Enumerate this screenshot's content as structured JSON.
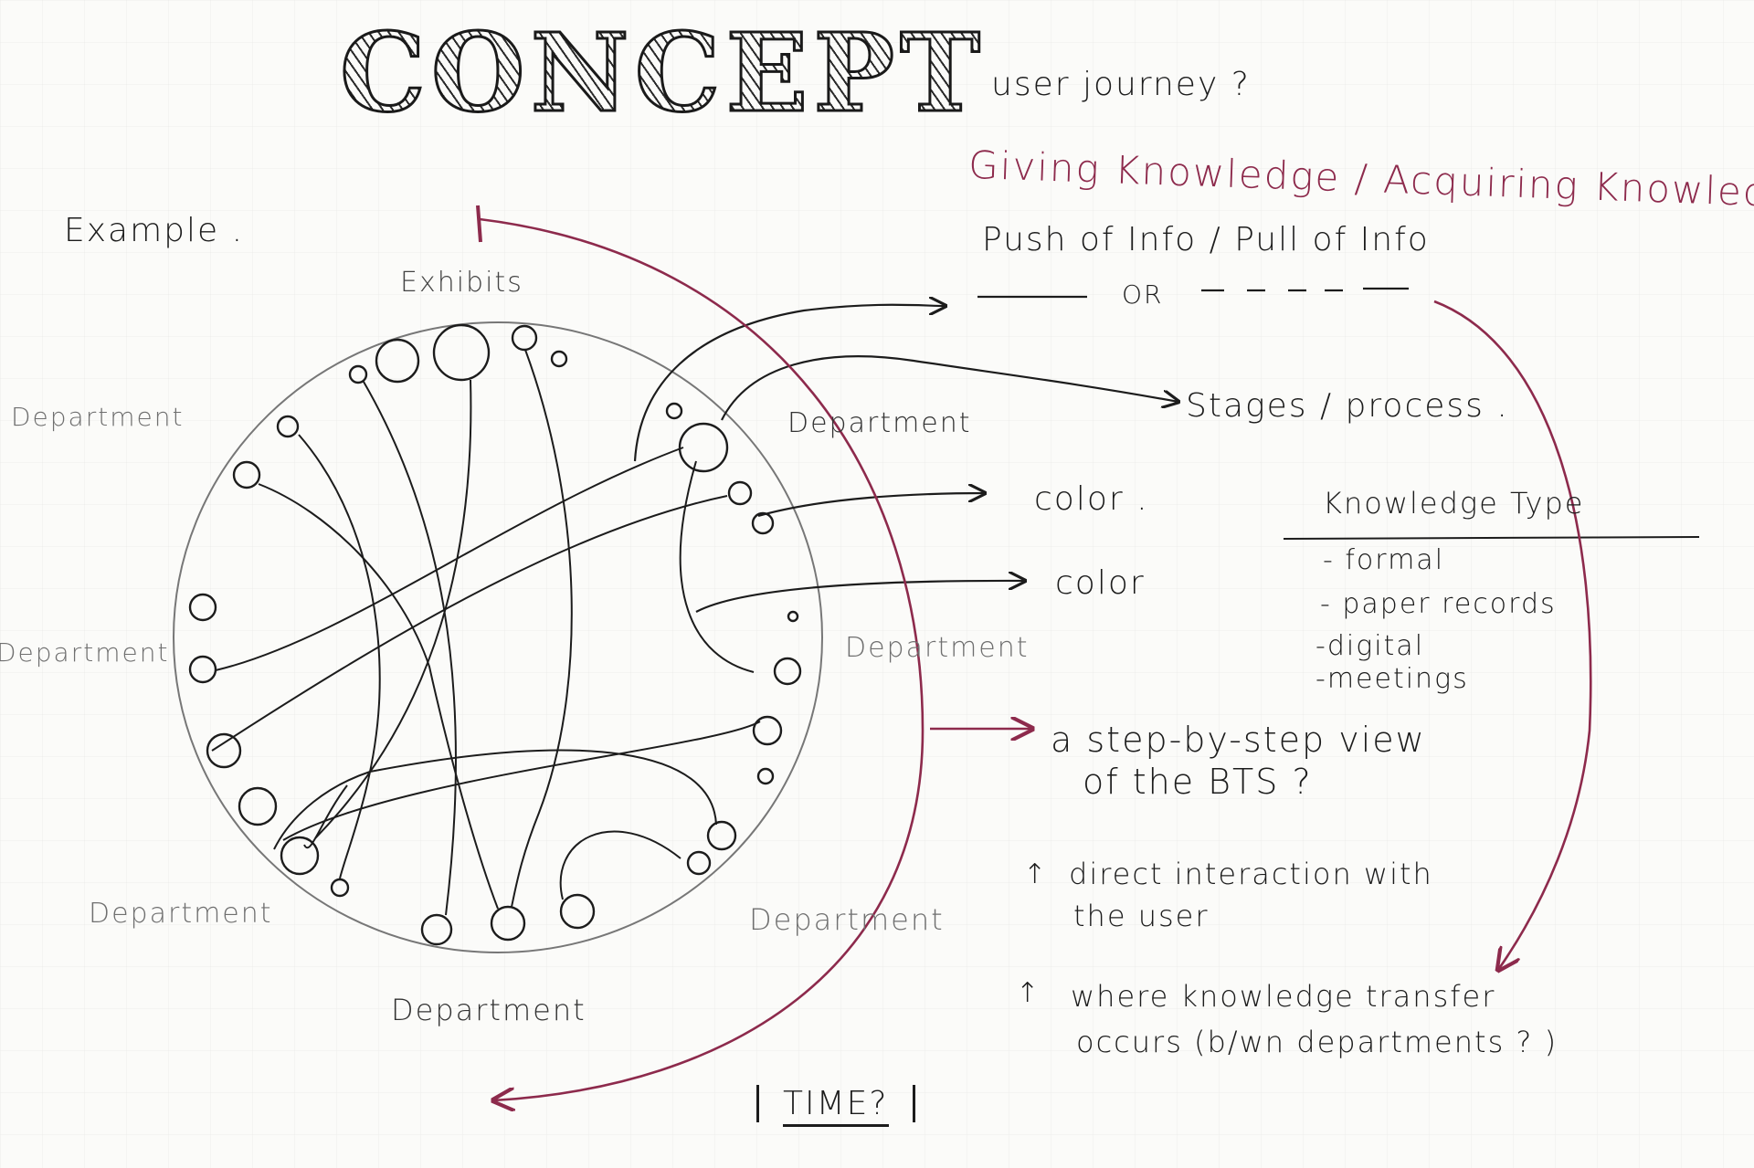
{
  "title": "CONCEPT",
  "subtitle": "user journey ?",
  "knowledge_flow": {
    "giving_acquiring": "Giving Knowledge / Acquiring Knowledge",
    "push_pull": "Push of Info / Pull of Info",
    "or": "OR"
  },
  "example_label": "Example .",
  "diagram": {
    "top_label": "Exhibits",
    "department_label": "Department",
    "department_labels": [
      "Department",
      "Department",
      "Department",
      "Department",
      "Department",
      "Department",
      "Department"
    ]
  },
  "annotations": {
    "stages": "Stages / process .",
    "color_1": "color .",
    "color_2": "color",
    "step_view_line1": "a step-by-step view",
    "step_view_line2": "of the BTS ?",
    "direct_line1": "direct interaction with",
    "direct_line2": "the user",
    "transfer_line1": "where knowledge transfer",
    "transfer_line2": "occurs (b/wn departments ? )"
  },
  "knowledge_type": {
    "heading": "Knowledge Type",
    "items": [
      "- formal",
      "- paper records",
      "-digital",
      "-meetings"
    ]
  },
  "time_label": "TIME?",
  "colors": {
    "ink": "#1c1c1c",
    "pencil": "#6f6f6f",
    "maroon": "#8d2a4c",
    "paper": "#fbfbf9"
  }
}
